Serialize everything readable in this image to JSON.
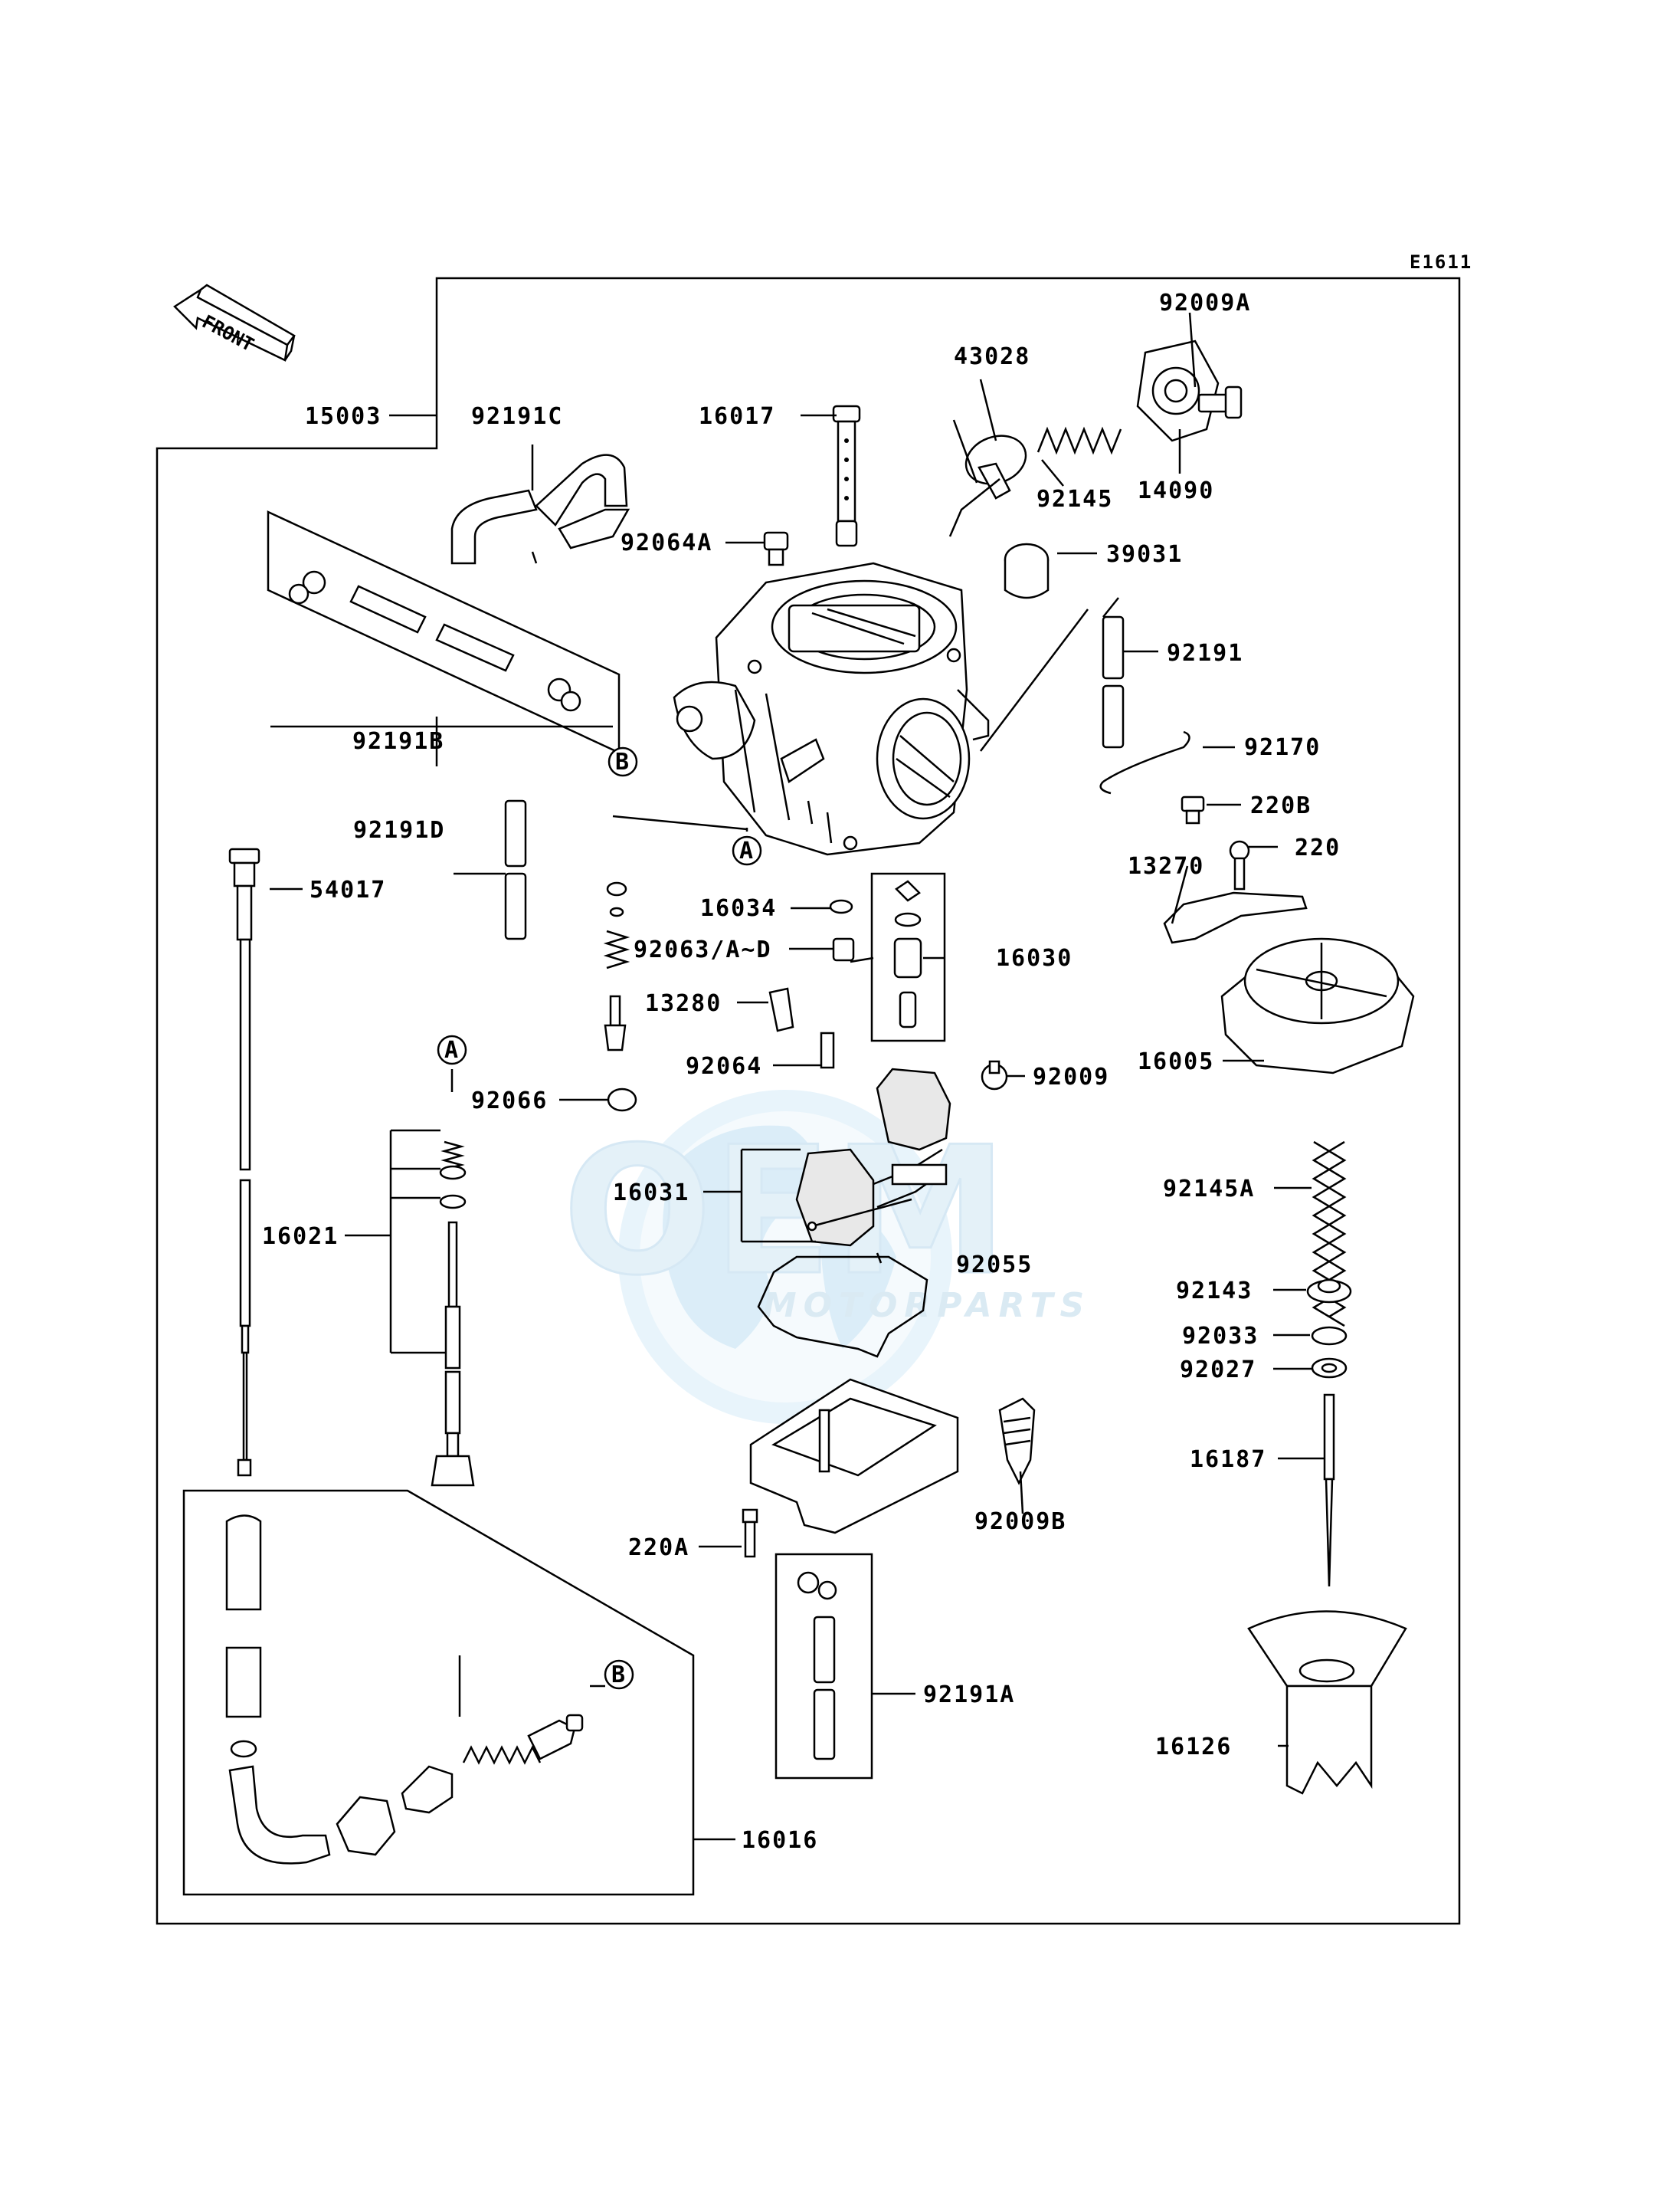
{
  "diagram_code": "E1611",
  "front_arrow_label": "FRONT",
  "watermark": {
    "brand_top": "OEM",
    "brand_bottom": "MOTORPARTS"
  },
  "ref_markers": [
    "A",
    "B"
  ],
  "part_labels": {
    "p92009A": "92009A",
    "p43028": "43028",
    "p16017": "16017",
    "p15003": "15003",
    "p92191C": "92191C",
    "p92145": "92145",
    "p14090": "14090",
    "p92064A": "92064A",
    "p39031": "39031",
    "p92191": "92191",
    "p92191B": "92191B",
    "p92170": "92170",
    "p220B": "220B",
    "p92191D": "92191D",
    "p220": "220",
    "p13270": "13270",
    "p54017": "54017",
    "p16034": "16034",
    "p92063": "92063/A~D",
    "p16030": "16030",
    "p13280": "13280",
    "p92064": "92064",
    "p92009": "92009",
    "p16005": "16005",
    "p92066": "92066",
    "p16031": "16031",
    "p92145A": "92145A",
    "p16021": "16021",
    "p92055": "92055",
    "p92143": "92143",
    "p92033": "92033",
    "p92027": "92027",
    "p16187": "16187",
    "p92009B": "92009B",
    "p220A": "220A",
    "p92191A": "92191A",
    "p16126": "16126",
    "p16016": "16016"
  }
}
